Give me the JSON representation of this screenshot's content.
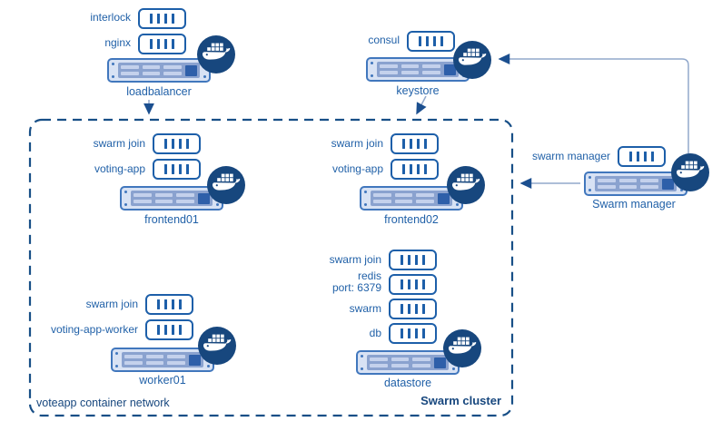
{
  "cluster": {
    "network_label": "voteapp container network",
    "cluster_label": "Swarm cluster"
  },
  "nodes": {
    "loadbalancer": {
      "name": "loadbalancer",
      "containers": [
        {
          "label": "interlock"
        },
        {
          "label": "nginx"
        }
      ]
    },
    "keystore": {
      "name": "keystore",
      "containers": [
        {
          "label": "consul"
        }
      ]
    },
    "swarm_manager": {
      "name": "Swarm manager",
      "containers": [
        {
          "label": "swarm manager"
        }
      ]
    },
    "frontend01": {
      "name": "frontend01",
      "containers": [
        {
          "label": "swarm join"
        },
        {
          "label": "voting-app"
        }
      ]
    },
    "frontend02": {
      "name": "frontend02",
      "containers": [
        {
          "label": "swarm join"
        },
        {
          "label": "voting-app"
        }
      ]
    },
    "worker01": {
      "name": "worker01",
      "containers": [
        {
          "label": "swarm join"
        },
        {
          "label": "voting-app-worker"
        }
      ]
    },
    "datastore": {
      "name": "datastore",
      "containers": [
        {
          "label": "swarm join"
        },
        {
          "label": "redis",
          "sublabel": "port: 6379"
        },
        {
          "label": "swarm"
        },
        {
          "label": "db"
        }
      ]
    }
  },
  "colors": {
    "navy": "#17477e",
    "dash_border": "#184f87",
    "label_text": "#2161a8",
    "container_border": "#1d5fa9",
    "server_border": "#4177bd",
    "server_fill": "#d8e2f4",
    "server_panel": "#8aa2cf",
    "server_vent": "#c4d1ec",
    "server_cap": "#2e5fa9",
    "connector_line": "#92a9cc",
    "arrowhead": "#1b4f8f"
  }
}
